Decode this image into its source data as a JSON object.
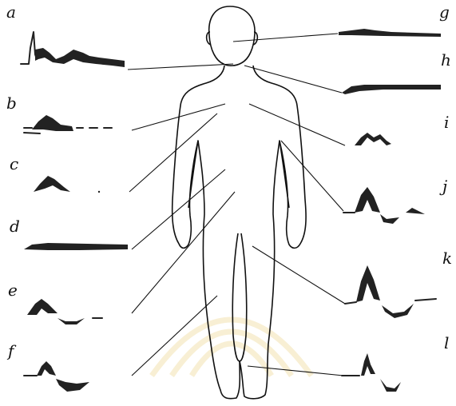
{
  "figure": {
    "panel_labels": [
      "a",
      "b",
      "c",
      "d",
      "e",
      "f",
      "g",
      "h",
      "i",
      "j",
      "k",
      "l"
    ],
    "watermark": {
      "color": "#f2e2b0"
    }
  }
}
